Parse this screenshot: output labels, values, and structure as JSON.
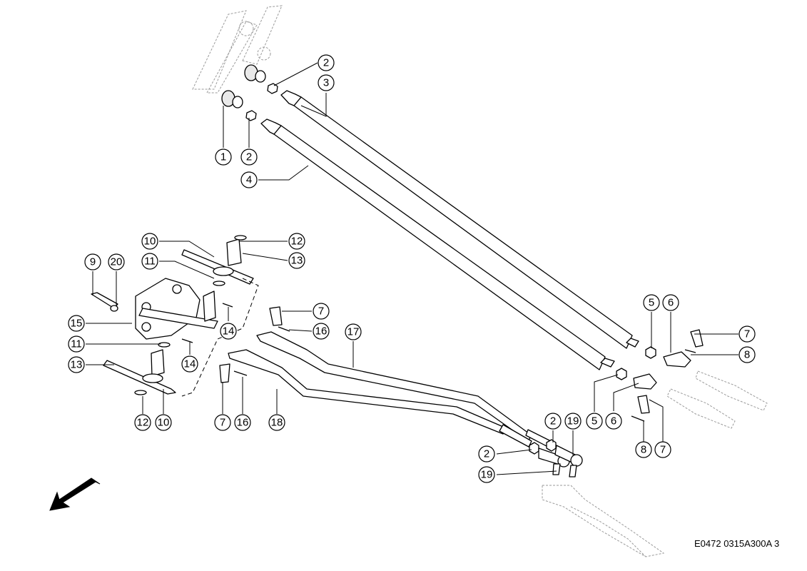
{
  "drawing_code": "E0472 0315A300A 3",
  "callouts": [
    "1",
    "2",
    "2",
    "3",
    "4",
    "2",
    "2",
    "19",
    "19",
    "5",
    "5",
    "6",
    "6",
    "7",
    "7",
    "7",
    "7",
    "8",
    "8",
    "9",
    "10",
    "10",
    "11",
    "11",
    "12",
    "12",
    "13",
    "13",
    "14",
    "14",
    "15",
    "16",
    "16",
    "17",
    "18",
    "20"
  ]
}
